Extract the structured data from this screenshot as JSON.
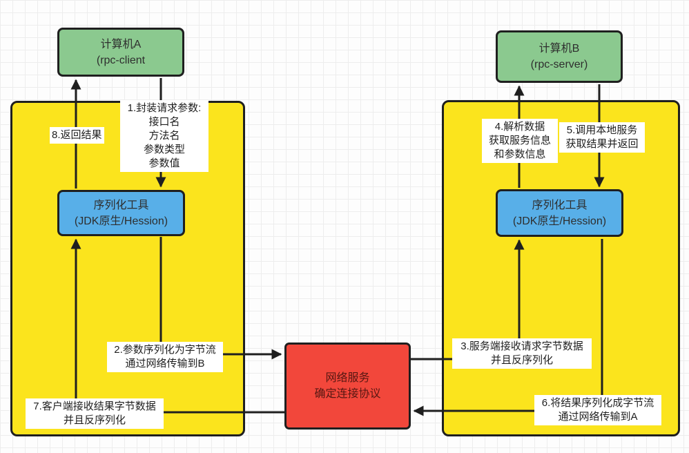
{
  "diagram": {
    "title": "RPC call flow diagram",
    "nodes": {
      "computer_a": {
        "line1": "计算机A",
        "line2": "(rpc-client"
      },
      "computer_b": {
        "line1": "计算机B",
        "line2": "(rpc-server)"
      },
      "serializer_left": {
        "line1": "序列化工具",
        "line2": "(JDK原生/Hession)"
      },
      "serializer_right": {
        "line1": "序列化工具",
        "line2": "(JDK原生/Hession)"
      },
      "network_service": {
        "line1": "网络服务",
        "line2": "确定连接协议"
      }
    },
    "labels": {
      "step1": {
        "lines": [
          "1.封装请求参数:",
          "接口名",
          "方法名",
          "参数类型",
          "参数值"
        ]
      },
      "step2": {
        "lines": [
          "2.参数序列化为字节流",
          "通过网络传输到B"
        ]
      },
      "step3": {
        "lines": [
          "3.服务端接收请求字节数据",
          "并且反序列化"
        ]
      },
      "step4": {
        "lines": [
          "4.解析数据",
          "获取服务信息",
          "和参数信息"
        ]
      },
      "step5": {
        "lines": [
          "5.调用本地服务",
          "获取结果并返回"
        ]
      },
      "step6": {
        "lines": [
          "6.将结果序列化成字节流",
          "通过网络传输到A"
        ]
      },
      "step7": {
        "lines": [
          "7.客户端接收结果字节数据",
          "并且反序列化"
        ]
      },
      "step8": {
        "lines": [
          "8.返回结果"
        ]
      }
    },
    "colors": {
      "green_fill": "#8bc98f",
      "yellow_fill": "#fbe41d",
      "blue_fill": "#58afe8",
      "red_fill": "#f2473b",
      "stroke": "#1f1f1f",
      "label_bg": "#ffffff"
    }
  }
}
